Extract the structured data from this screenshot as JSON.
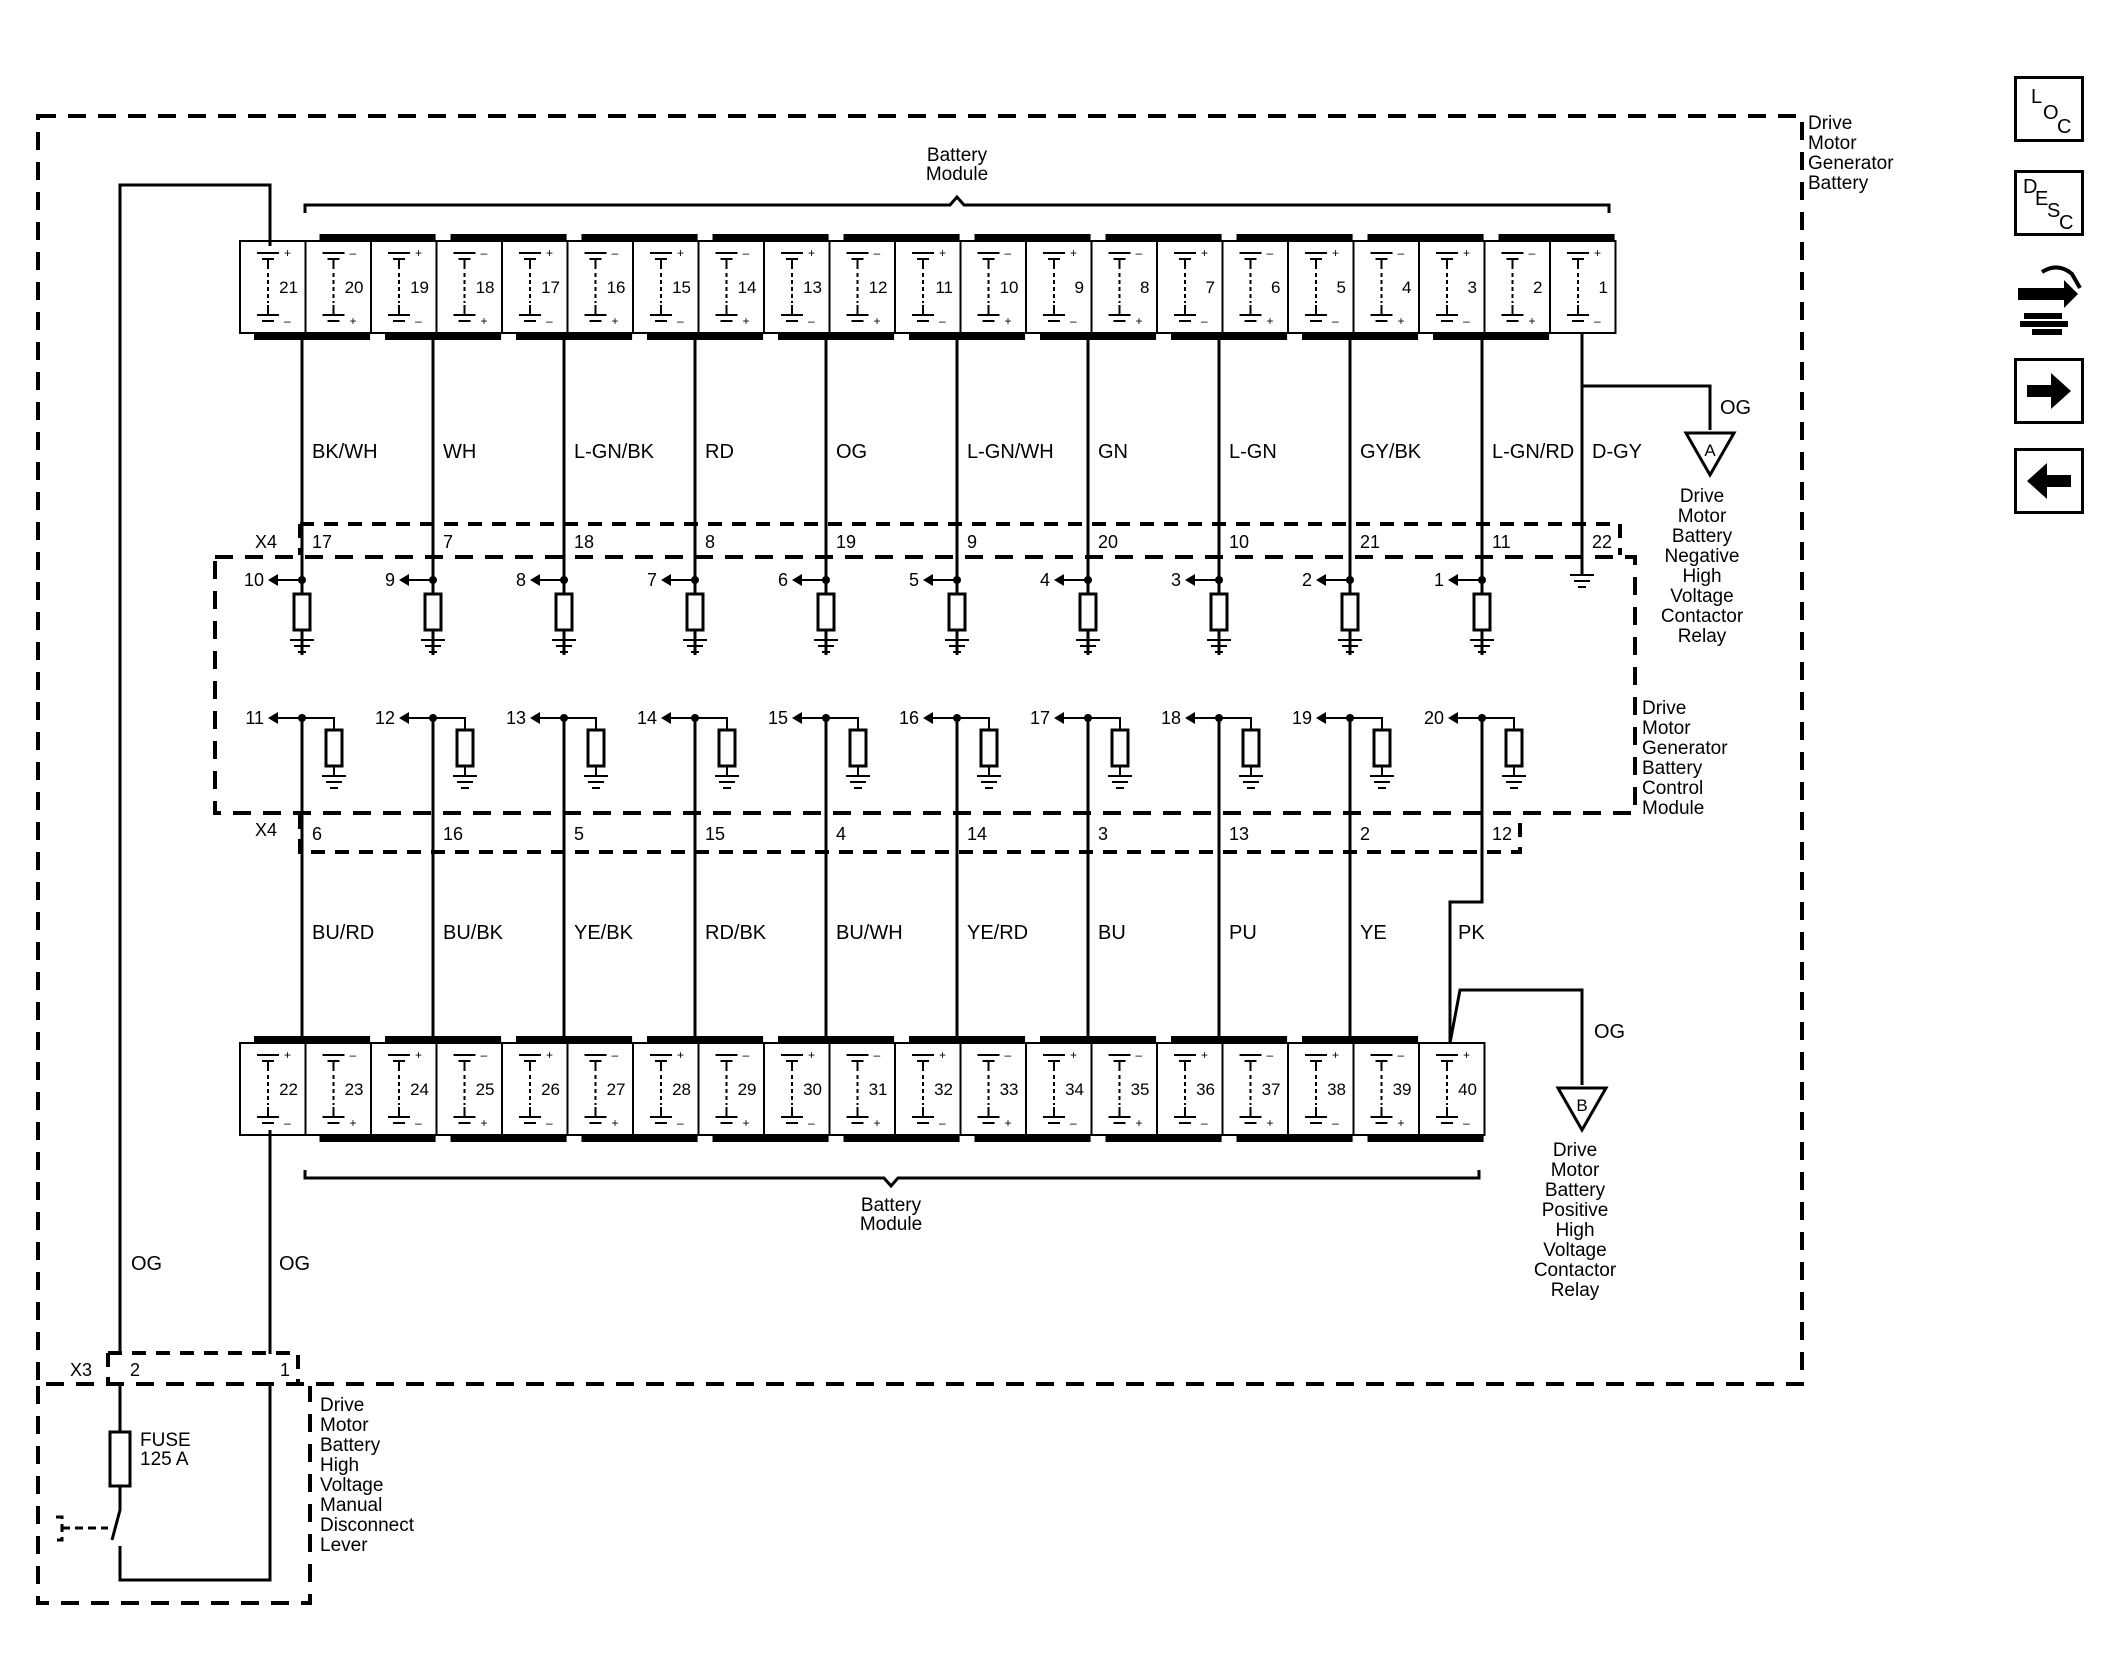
{
  "components": {
    "drive_motor_generator_battery": [
      "Drive",
      "Motor",
      "Generator",
      "Battery"
    ],
    "battery_module_top": [
      "Battery",
      "Module"
    ],
    "battery_module_bottom": [
      "Battery",
      "Module"
    ],
    "negative_relay": [
      "Drive",
      "Motor",
      "Battery",
      "Negative",
      "High",
      "Voltage",
      "Contactor",
      "Relay"
    ],
    "positive_relay": [
      "Drive",
      "Motor",
      "Battery",
      "Positive",
      "High",
      "Voltage",
      "Contactor",
      "Relay"
    ],
    "control_module": [
      "Drive",
      "Motor",
      "Generator",
      "Battery",
      "Control",
      "Module"
    ],
    "manual_disconnect": [
      "Drive",
      "Motor",
      "Battery",
      "High",
      "Voltage",
      "Manual",
      "Disconnect",
      "Lever"
    ],
    "fuse": [
      "FUSE",
      "125 A"
    ]
  },
  "connectors": {
    "x4_top": "X4",
    "x4_bottom": "X4",
    "x3": "X3"
  },
  "x3_pins": [
    "2",
    "1"
  ],
  "top_cells": [
    "21",
    "20",
    "19",
    "18",
    "17",
    "16",
    "15",
    "14",
    "13",
    "12",
    "11",
    "10",
    "9",
    "8",
    "7",
    "6",
    "5",
    "4",
    "3",
    "2",
    "1"
  ],
  "bottom_cells": [
    "22",
    "23",
    "24",
    "25",
    "26",
    "27",
    "28",
    "29",
    "30",
    "31",
    "32",
    "33",
    "34",
    "35",
    "36",
    "37",
    "38",
    "39",
    "40"
  ],
  "upper_wires": [
    {
      "color": "BK/WH",
      "x4_pin": "17",
      "internal": "10"
    },
    {
      "color": "WH",
      "x4_pin": "7",
      "internal": "9"
    },
    {
      "color": "L-GN/BK",
      "x4_pin": "18",
      "internal": "8"
    },
    {
      "color": "RD",
      "x4_pin": "8",
      "internal": "7"
    },
    {
      "color": "OG",
      "x4_pin": "19",
      "internal": "6"
    },
    {
      "color": "L-GN/WH",
      "x4_pin": "9",
      "internal": "5"
    },
    {
      "color": "GN",
      "x4_pin": "20",
      "internal": "4"
    },
    {
      "color": "L-GN",
      "x4_pin": "10",
      "internal": "3"
    },
    {
      "color": "GY/BK",
      "x4_pin": "21",
      "internal": "2"
    },
    {
      "color": "L-GN/RD",
      "x4_pin": "11",
      "internal": "1"
    },
    {
      "color": "D-GY",
      "x4_pin": "22",
      "internal": ""
    }
  ],
  "lower_wires": [
    {
      "color": "BU/RD",
      "x4_pin": "6",
      "internal": "11"
    },
    {
      "color": "BU/BK",
      "x4_pin": "16",
      "internal": "12"
    },
    {
      "color": "YE/BK",
      "x4_pin": "5",
      "internal": "13"
    },
    {
      "color": "RD/BK",
      "x4_pin": "15",
      "internal": "14"
    },
    {
      "color": "BU/WH",
      "x4_pin": "4",
      "internal": "15"
    },
    {
      "color": "YE/RD",
      "x4_pin": "14",
      "internal": "16"
    },
    {
      "color": "BU",
      "x4_pin": "3",
      "internal": "17"
    },
    {
      "color": "PU",
      "x4_pin": "13",
      "internal": "18"
    },
    {
      "color": "YE",
      "x4_pin": "2",
      "internal": "19"
    },
    {
      "color": "PK",
      "x4_pin": "12",
      "internal": "20"
    }
  ],
  "relay_wires": {
    "negative_color": "OG",
    "negative_marker": "A",
    "positive_color": "OG",
    "positive_marker": "B",
    "left_return_color": "OG",
    "left_cell_color": "OG"
  },
  "nav_buttons": [
    {
      "name": "loc-button",
      "icon": "loc-icon",
      "letters": [
        "L",
        "O",
        "C"
      ]
    },
    {
      "name": "desc-button",
      "icon": "desc-icon",
      "letters": [
        "D",
        "E",
        "S",
        "C"
      ]
    },
    {
      "name": "connector-button",
      "icon": "connector-icon",
      "letters": []
    },
    {
      "name": "next-button",
      "icon": "arrow-right-icon",
      "letters": []
    },
    {
      "name": "previous-button",
      "icon": "arrow-left-icon",
      "letters": []
    }
  ]
}
